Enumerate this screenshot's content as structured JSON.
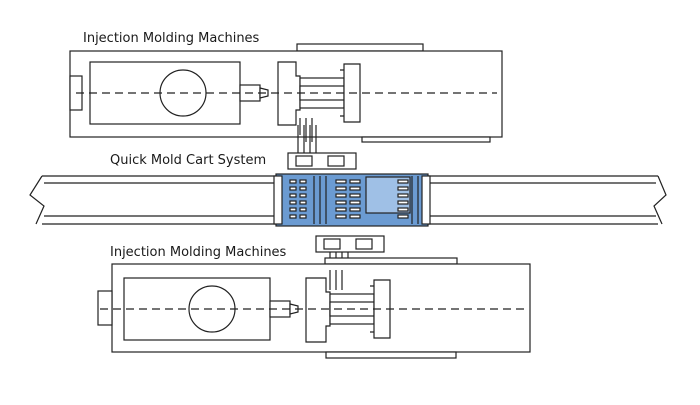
{
  "labels": {
    "top_machines": "Injection Molding Machines",
    "cart_system": "Quick Mold Cart System",
    "bottom_machines": "Injection Molding Machines"
  },
  "colors": {
    "stroke": "#222222",
    "cart_fill": "#6b9bd2",
    "cart_fill_light": "#9fc0e6",
    "background": "#ffffff"
  }
}
